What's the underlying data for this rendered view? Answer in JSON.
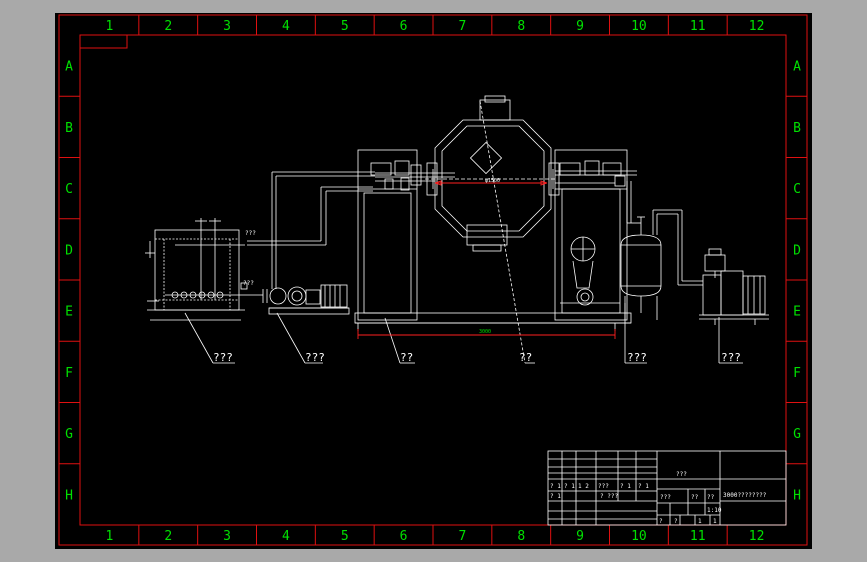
{
  "colors": {
    "frame": "#e01010",
    "grid_text": "#00e000",
    "lines": "#ffffff",
    "background": "#000000",
    "outer": "#a9a9a9",
    "dimension": "#ff2020"
  },
  "grid": {
    "columns": [
      "1",
      "2",
      "3",
      "4",
      "5",
      "6",
      "7",
      "8",
      "9",
      "10",
      "11",
      "12"
    ],
    "rows": [
      "A",
      "B",
      "C",
      "D",
      "E",
      "F",
      "G",
      "H"
    ]
  },
  "labels": {
    "l1": "???",
    "l2": "???",
    "l3": "??",
    "l4": "??",
    "l5": "???",
    "l6": "???",
    "dim_horizontal": "φ1500",
    "dim_base": "3000",
    "tank_left_1": "???",
    "tank_left_2": "???"
  },
  "title_block": {
    "name": "???",
    "title": "3000????????",
    "r1": [
      "? 1",
      "? 1",
      "1 2",
      "???",
      "? 1",
      "? 1"
    ],
    "r2": [
      "? 1",
      "? ???"
    ],
    "mid": [
      "???",
      "??",
      "??"
    ],
    "scale": "1:10",
    "bottom": [
      "?",
      "?",
      "1",
      "1"
    ]
  }
}
